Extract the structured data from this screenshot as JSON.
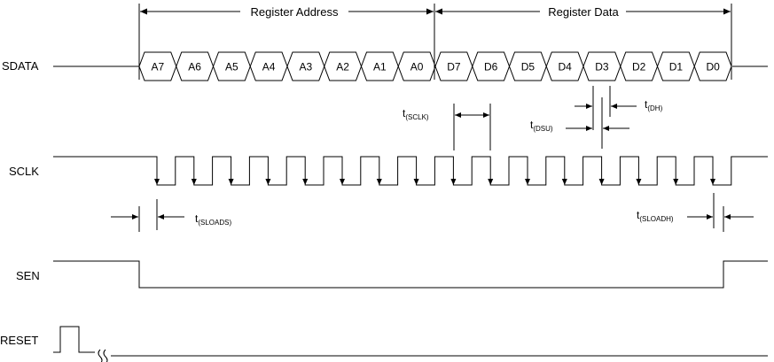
{
  "signals": {
    "sdata": "SDATA",
    "sclk": "SCLK",
    "sen": "SEN",
    "reset": "RESET"
  },
  "headers": {
    "register_address": "Register Address",
    "register_data": "Register Data"
  },
  "bits": [
    "A7",
    "A6",
    "A5",
    "A4",
    "A3",
    "A2",
    "A1",
    "A0",
    "D7",
    "D6",
    "D5",
    "D4",
    "D3",
    "D2",
    "D1",
    "D0"
  ],
  "timing": {
    "sclk": {
      "t": "t",
      "sub": "(SCLK)"
    },
    "dh": {
      "t": "t",
      "sub": "(DH)"
    },
    "dsu": {
      "t": "t",
      "sub": "(DSU)"
    },
    "sloads": {
      "t": "t",
      "sub": "(SLOADS)"
    },
    "sloadh": {
      "t": "t",
      "sub": "(SLOADH)"
    }
  }
}
